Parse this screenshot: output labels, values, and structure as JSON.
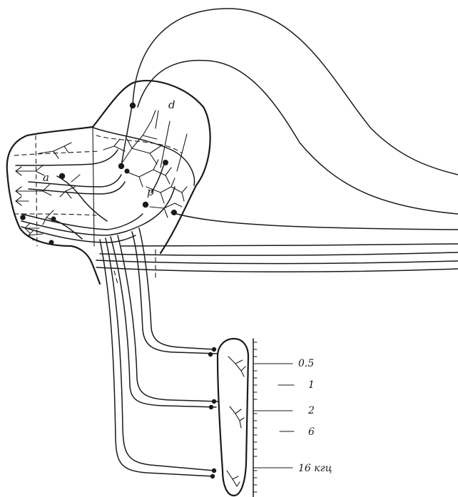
{
  "region_labels": {
    "a": "a",
    "d": "d",
    "p": "p"
  },
  "frequency_scale": {
    "labels": [
      "0.5",
      "1",
      "2",
      "6",
      "16 кгц"
    ]
  }
}
